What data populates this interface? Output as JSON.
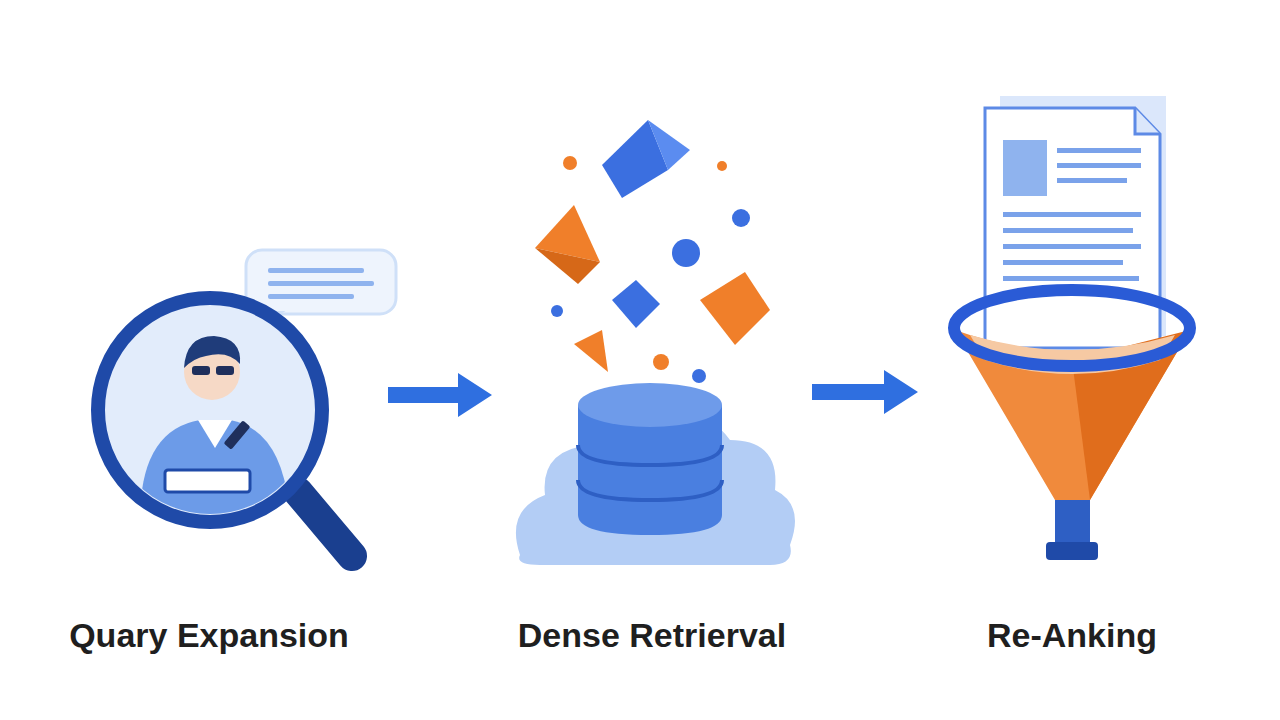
{
  "diagram": {
    "nodes": [
      {
        "text": [
          "Quary Expansion"
        ]
      },
      {
        "text": [
          "Dense Retrierval"
        ]
      },
      {
        "text": [
          "Re-Anking"
        ]
      }
    ],
    "edges": [
      {
        "from": 0,
        "to": 1,
        "arrow": "to"
      },
      {
        "from": 1,
        "to": 2,
        "arrow": "to"
      }
    ]
  }
}
